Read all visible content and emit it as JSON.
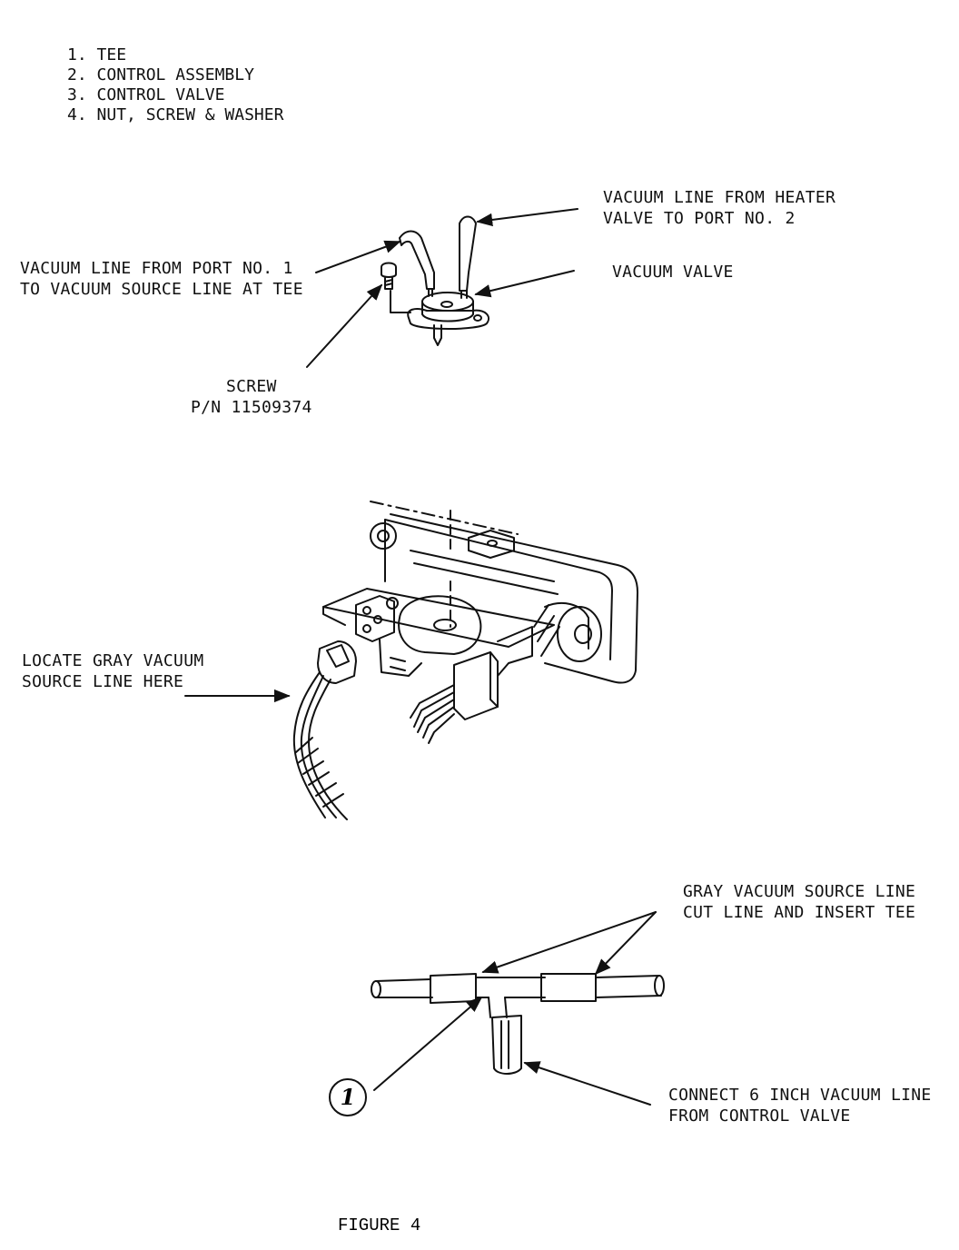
{
  "parts_list": [
    {
      "num": "1.",
      "label": "TEE"
    },
    {
      "num": "2.",
      "label": "CONTROL ASSEMBLY"
    },
    {
      "num": "3.",
      "label": "CONTROL VALVE"
    },
    {
      "num": "4.",
      "label": "NUT, SCREW & WASHER"
    }
  ],
  "valve_view": {
    "line_from_heater": "VACUUM LINE FROM HEATER\nVALVE TO PORT NO. 2",
    "vacuum_valve": "VACUUM VALVE",
    "line_from_port1": "VACUUM LINE FROM PORT NO. 1\nTO VACUUM SOURCE LINE AT TEE",
    "screw": "SCREW\nP/N 11509374"
  },
  "assembly_view": {
    "locate_line": "LOCATE GRAY VACUUM\nSOURCE LINE HERE"
  },
  "tee_view": {
    "gray_line": "GRAY VACUUM SOURCE LINE\nCUT LINE AND INSERT TEE",
    "connect_line": "CONNECT 6 INCH VACUUM LINE\nFROM CONTROL VALVE",
    "callout_number": "1"
  },
  "figure_caption": "FIGURE 4"
}
